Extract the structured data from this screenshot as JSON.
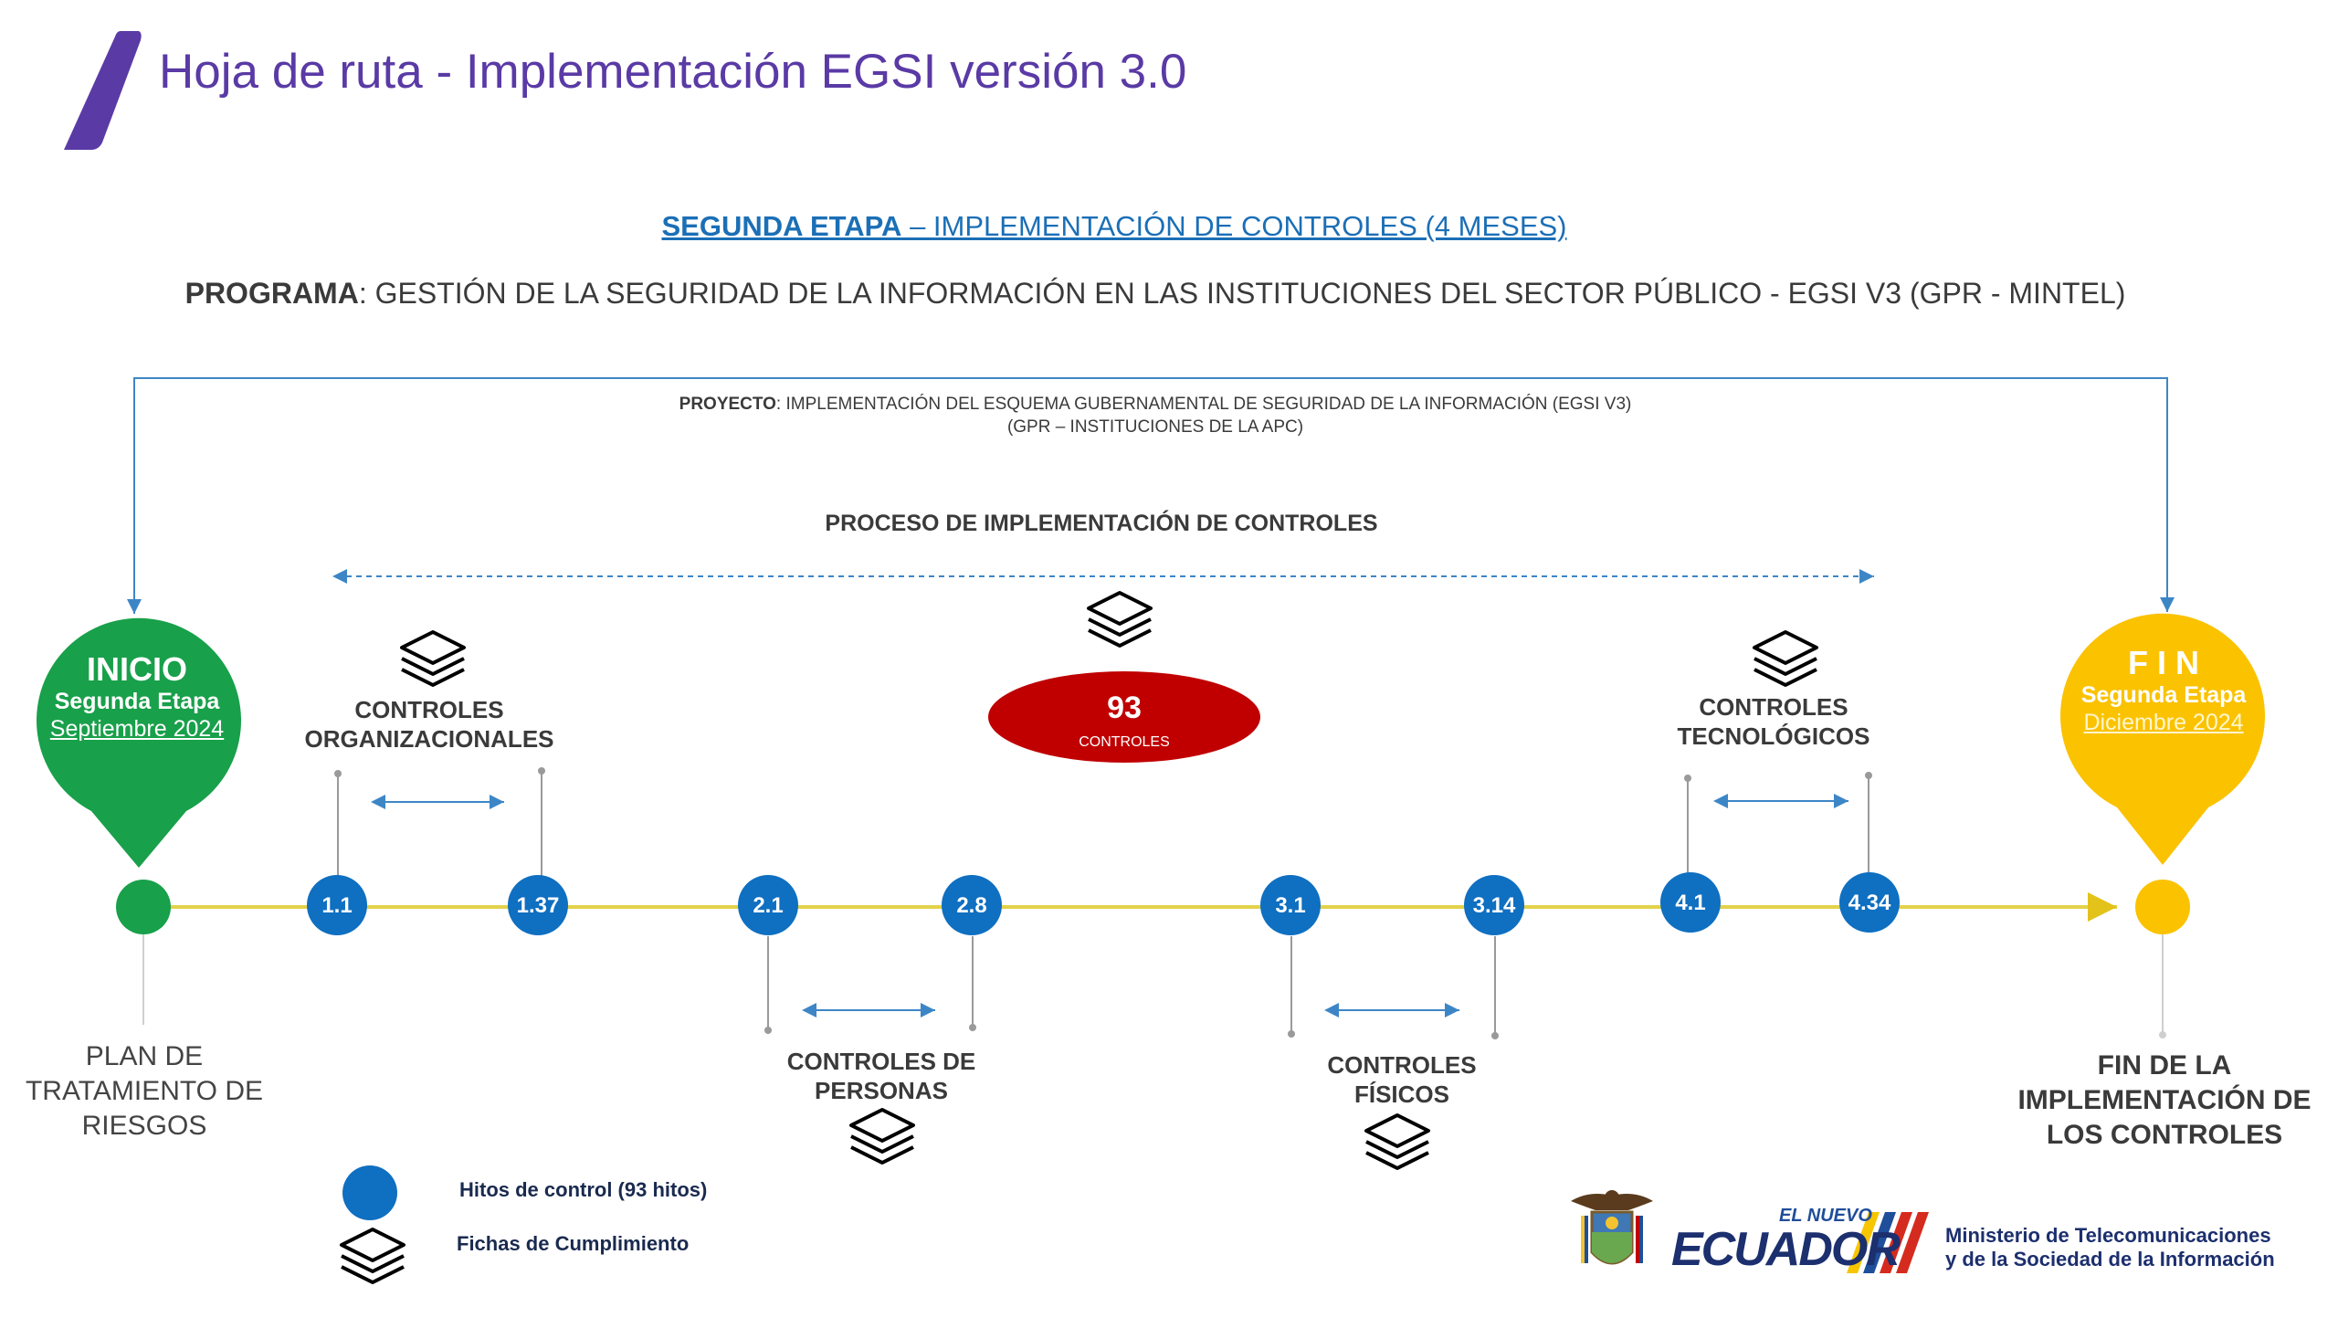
{
  "title": "Hoja de ruta - Implementación EGSI versión 3.0",
  "stage": {
    "strong": "SEGUNDA ETAPA",
    "rest": " – IMPLEMENTACIÓN DE CONTROLES (4 MESES)"
  },
  "program": {
    "strong": "PROGRAMA",
    "rest": ": GESTIÓN DE LA SEGURIDAD DE LA INFORMACIÓN EN LAS INSTITUCIONES DEL SECTOR PÚBLICO - EGSI V3 (GPR - MINTEL)"
  },
  "project": {
    "strong": "PROYECTO",
    "rest": ": IMPLEMENTACIÓN DEL ESQUEMA GUBERNAMENTAL DE SEGURIDAD DE LA INFORMACIÓN (EGSI V3)",
    "line2": "(GPR – INSTITUCIONES DE LA APC)"
  },
  "process_label": "PROCESO DE IMPLEMENTACIÓN DE CONTROLES",
  "total": {
    "value": "93",
    "label": "CONTROLES"
  },
  "start": {
    "title": "INICIO",
    "subtitle": "Segunda Etapa",
    "date": "Septiembre 2024",
    "caption_l1": "PLAN DE",
    "caption_l2": "TRATAMIENTO DE",
    "caption_l3": "RIESGOS"
  },
  "end": {
    "title": "F I N",
    "subtitle": "Segunda Etapa",
    "date": "Diciembre 2024",
    "caption_l1": "FIN DE LA",
    "caption_l2": "IMPLEMENTACIÓN DE",
    "caption_l3": "LOS CONTROLES"
  },
  "groups": {
    "org": {
      "l1": "CONTROLES",
      "l2": "ORGANIZACIONALES"
    },
    "people": {
      "l1": "CONTROLES DE",
      "l2": "PERSONAS"
    },
    "physical": {
      "l1": "CONTROLES",
      "l2": "FÍSICOS"
    },
    "tech": {
      "l1": "CONTROLES",
      "l2": "TECNOLÓGICOS"
    }
  },
  "milestones": [
    "1.1",
    "1.37",
    "2.1",
    "2.8",
    "3.1",
    "3.14",
    "4.1",
    "4.34"
  ],
  "legend": {
    "milestones": "Hitos de control (93 hitos)",
    "sheets": "Fichas de Cumplimiento"
  },
  "logo": {
    "nuevo": "EL NUEVO",
    "ecuador": "ECUADOR",
    "ministry_l1": "Ministerio de Telecomunicaciones",
    "ministry_l2": "y de la Sociedad de la Información"
  },
  "colors": {
    "title": "#5a3aa5",
    "blue": "#0f6fc1",
    "green": "#18a04a",
    "yellow": "#fbc200",
    "red": "#c00000",
    "timeline": "#e3d24a"
  }
}
